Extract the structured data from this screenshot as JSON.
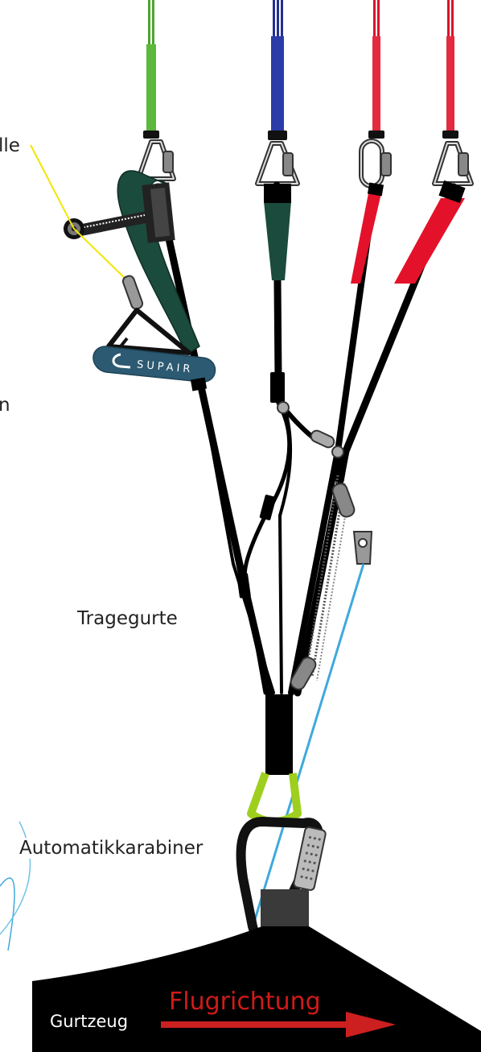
{
  "labels": {
    "rolle_fragment": "lle",
    "n_fragment": "n",
    "tragegurte": "Tragegurte",
    "automatikkarabiner": "Automatikkarabiner",
    "gurtzeug": "Gurtzeug",
    "flugrichtung": "Flugrichtung"
  },
  "logo_text": "SUPAIR",
  "colors": {
    "line_green": "#4aa52e",
    "line_blue": "#23308f",
    "line_red": "#d9142b",
    "riser_green": "#1b4b3c",
    "riser_red": "#e3122a",
    "speedbar_blue": "#3fa9dc",
    "pointer_yellow": "#f2e600",
    "lime_loop": "#9fcf1e",
    "harness": "#000000",
    "arrow_red": "#cc1f1f"
  }
}
